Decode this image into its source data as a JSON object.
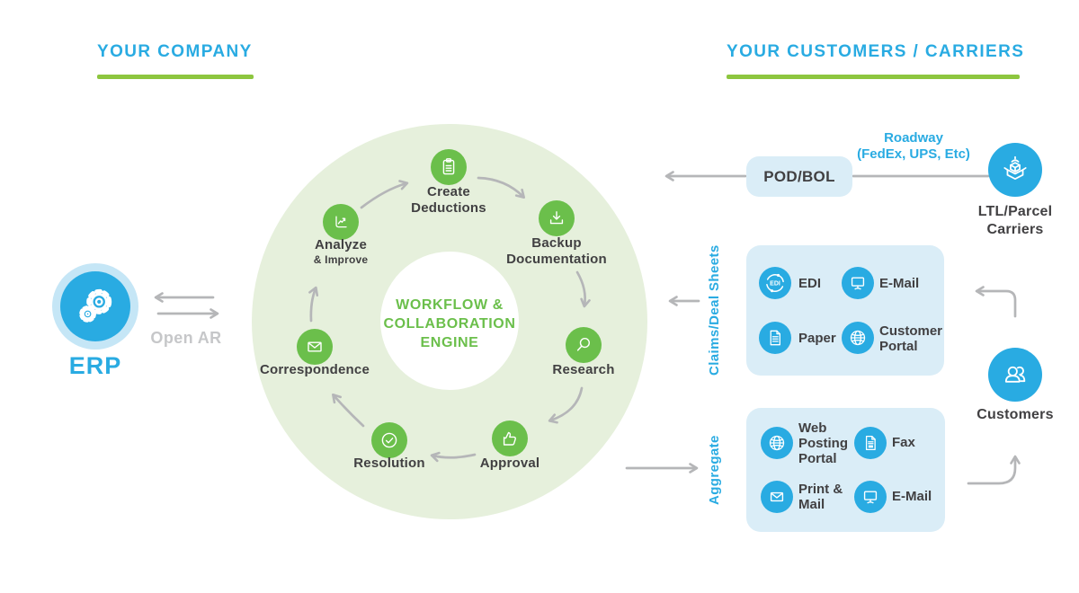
{
  "colors": {
    "blue": "#29abe2",
    "green": "#6bbf4b",
    "green_bright": "#8dc63f",
    "green_pale": "#e6f0dc",
    "box_blue": "#daedf7",
    "ring_blue": "#c5e6f6",
    "dark": "#414042",
    "arrow_gray": "#b5b6b8",
    "muted_gray": "#c6c7c9"
  },
  "headers": {
    "left": "YOUR COMPANY",
    "right": "YOUR CUSTOMERS / CARRIERS"
  },
  "erp": {
    "label": "ERP",
    "exchange": "Open AR",
    "icon": "gears-icon"
  },
  "engine": {
    "line1": "WORKFLOW &",
    "line2": "COLLABORATION",
    "line3": "ENGINE"
  },
  "cycle": {
    "create": {
      "l1": "Create",
      "l2": "Deductions",
      "icon": "clipboard-icon"
    },
    "backup": {
      "l1": "Backup",
      "l2": "Documentation",
      "icon": "download-icon"
    },
    "research": {
      "l1": "Research",
      "icon": "magnifier-icon"
    },
    "approval": {
      "l1": "Approval",
      "icon": "thumbs-up-icon"
    },
    "resolution": {
      "l1": "Resolution",
      "icon": "check-circle-icon"
    },
    "correspondence": {
      "l1": "Correspondence",
      "icon": "envelope-icon"
    },
    "analyze": {
      "l1": "Analyze",
      "l2": "& Improve",
      "icon": "line-chart-icon"
    }
  },
  "pod_bol": {
    "label": "POD/BOL"
  },
  "roadway": {
    "l1": "Roadway",
    "l2": "(FedEx, UPS, Etc)"
  },
  "ltl": {
    "l1": "LTL/Parcel",
    "l2": "Carriers",
    "icon": "package-icon"
  },
  "claims": {
    "side_label": "Claims/Deal Sheets",
    "items": [
      {
        "label": "EDI",
        "icon": "edi-icon"
      },
      {
        "label": "E-Mail",
        "icon": "monitor-icon"
      },
      {
        "label": "Paper",
        "icon": "document-icon"
      },
      {
        "label": "Customer Portal",
        "icon": "globe-icon"
      }
    ]
  },
  "aggregate": {
    "side_label": "Aggregate",
    "items": [
      {
        "label": "Web Posting Portal",
        "icon": "globe-icon"
      },
      {
        "label": "Fax",
        "icon": "fax-icon"
      },
      {
        "label": "Print & Mail",
        "icon": "envelope-icon"
      },
      {
        "label": "E-Mail",
        "icon": "monitor-icon"
      }
    ]
  },
  "customers": {
    "label": "Customers",
    "icon": "people-icon"
  }
}
